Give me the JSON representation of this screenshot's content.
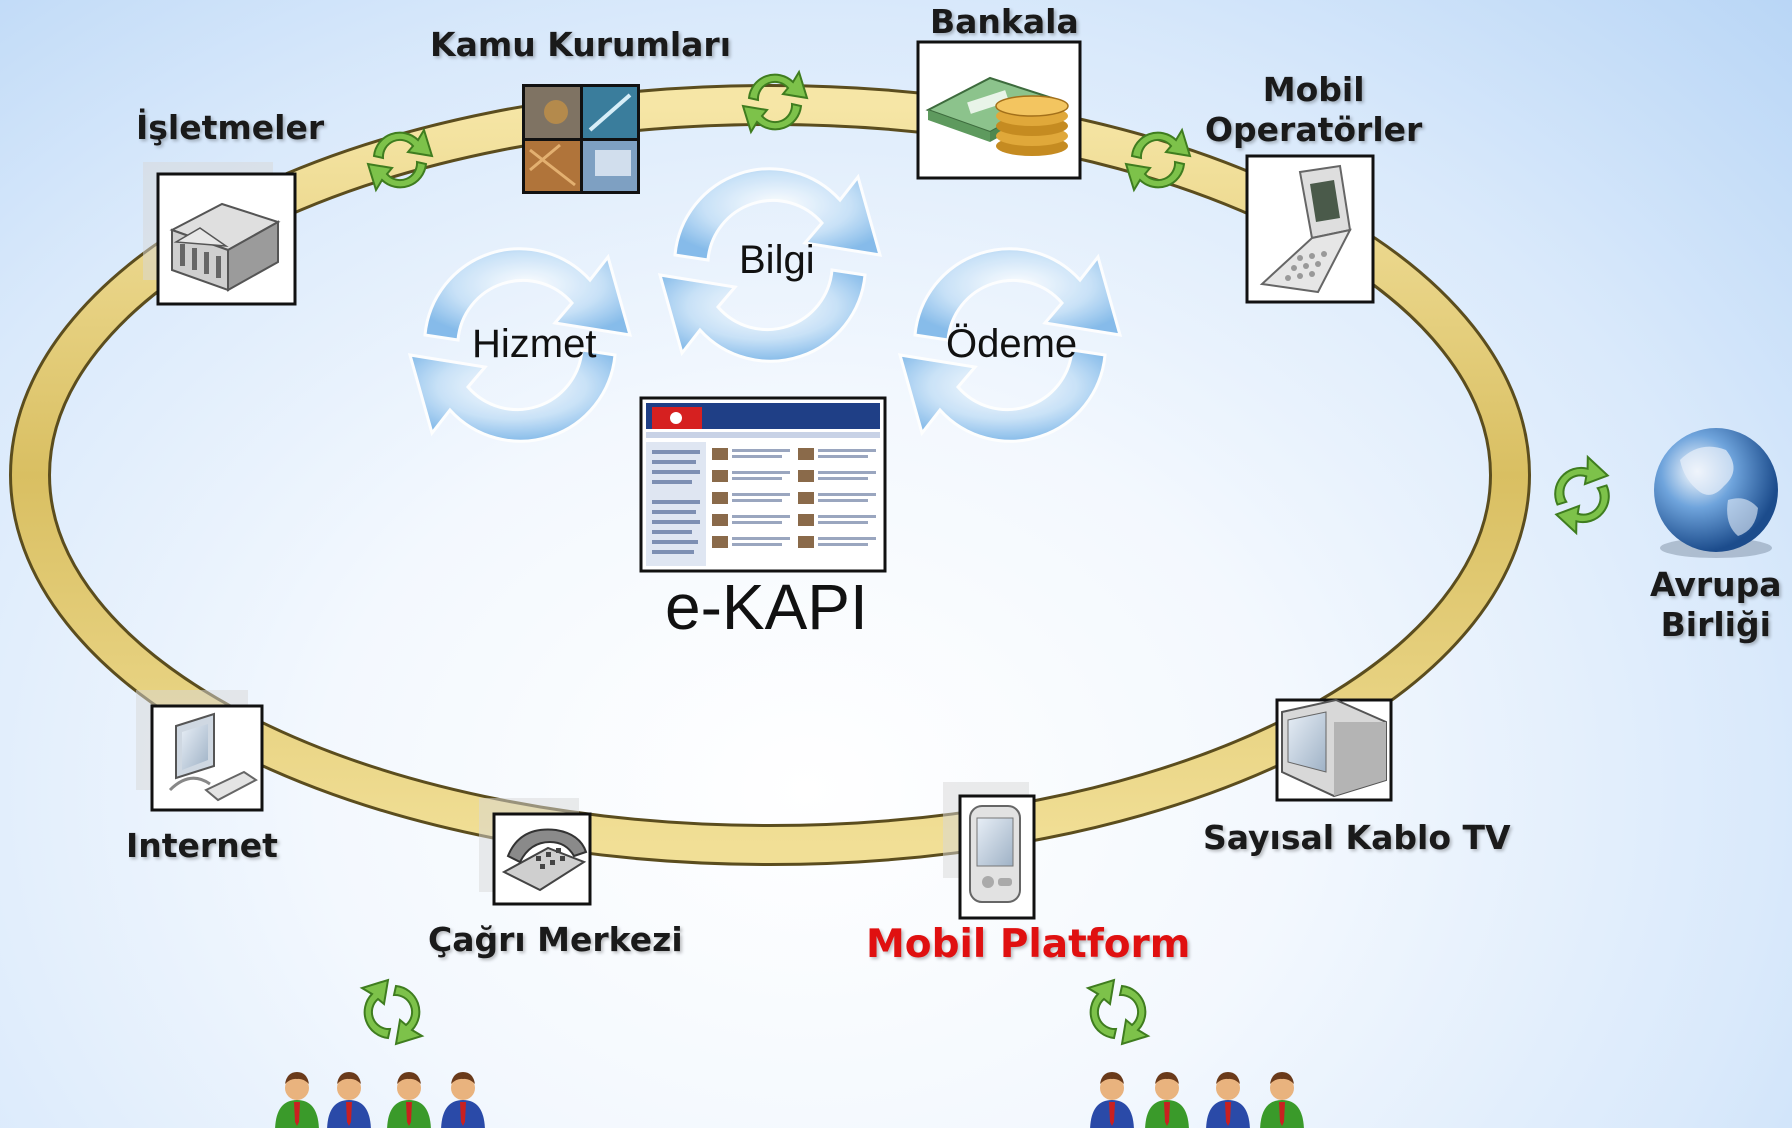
{
  "center": {
    "title": "e-KAPI"
  },
  "cycles": {
    "service": "Hizmet",
    "info": "Bilgi",
    "payment": "Ödeme"
  },
  "nodes": {
    "businesses": "İşletmeler",
    "public_institutions": "Kamu Kurumları",
    "banks": "Bankala",
    "mobile_operators_line1": "Mobil",
    "mobile_operators_line2": "Operatörler",
    "internet": "Internet",
    "call_center": "Çağrı Merkezi",
    "mobile_platform": "Mobil Platform",
    "digital_cable_tv": "Sayısal Kablo TV",
    "eu_line1": "Avrupa",
    "eu_line2": "Birliği"
  },
  "colors": {
    "ring": "#e6cf7a",
    "ring_edge": "#5b4d1e",
    "sync_green": "#6db33f",
    "cycle_blue": "#8cc0ec",
    "highlight_red": "#e01010"
  },
  "icons": {
    "businesses": "building-icon",
    "public_institutions": "collage-icon",
    "banks": "money-icon",
    "mobile_operators": "flip-phone-icon",
    "internet": "computer-icon",
    "call_center": "telephone-icon",
    "mobile_platform": "pda-icon",
    "digital_cable_tv": "tv-icon",
    "eu": "globe-icon",
    "sync": "sync-arrows-icon",
    "users": "users-icon"
  }
}
